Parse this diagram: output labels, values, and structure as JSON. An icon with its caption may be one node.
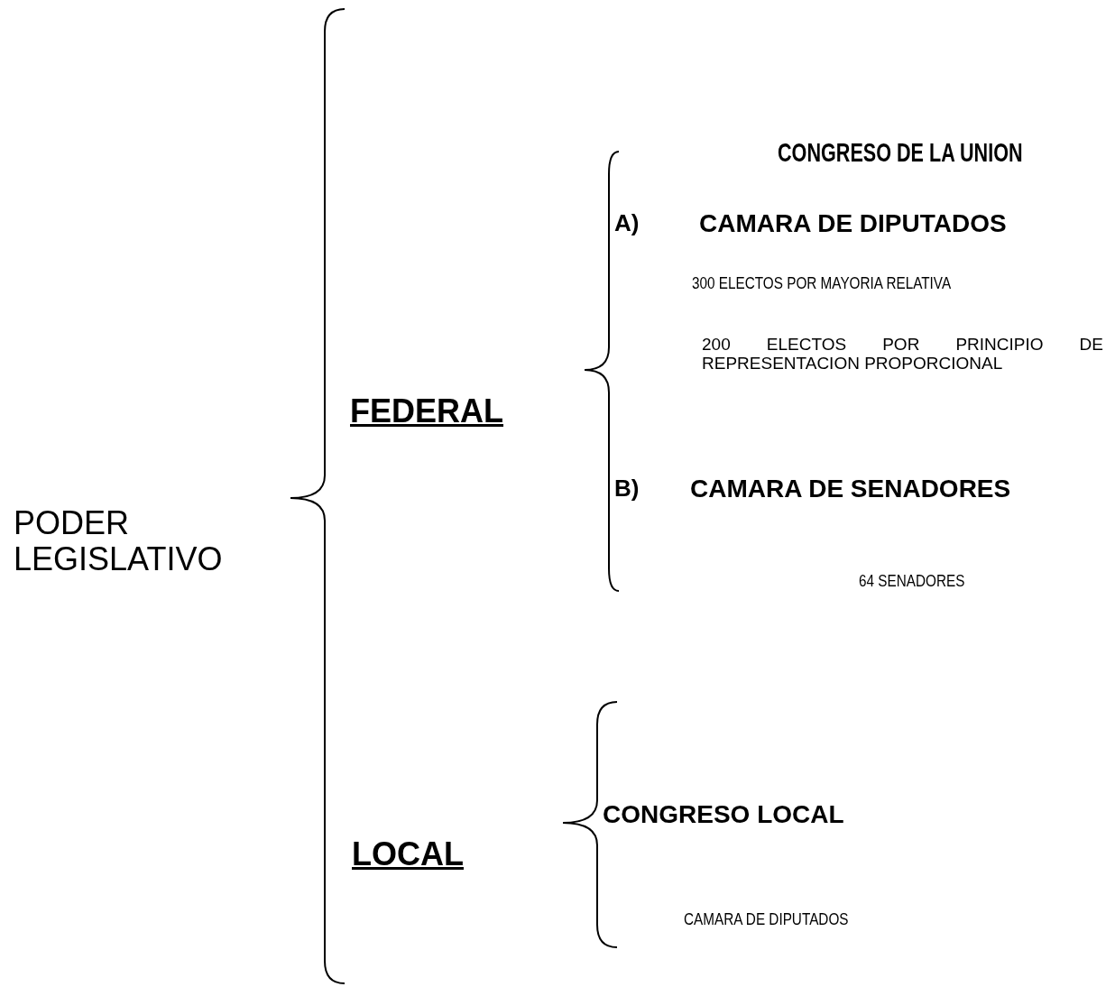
{
  "diagram": {
    "labels": [
      "PODER LEGISLATIVO",
      "FEDERAL",
      "CONGRESO DE LA UNION",
      "A)",
      "CAMARA DE DIPUTADOS",
      "300 ELECTOS POR MAYORIA RELATIVA",
      "200 ELECTOS POR PRINCIPIO DE REPRESENTACION PROPORCIONAL",
      "B)",
      "CAMARA DE SENADORES",
      "64 SENADORES",
      "LOCAL",
      "CONGRESO LOCAL",
      "CAMARA DE DIPUTADOS"
    ]
  }
}
